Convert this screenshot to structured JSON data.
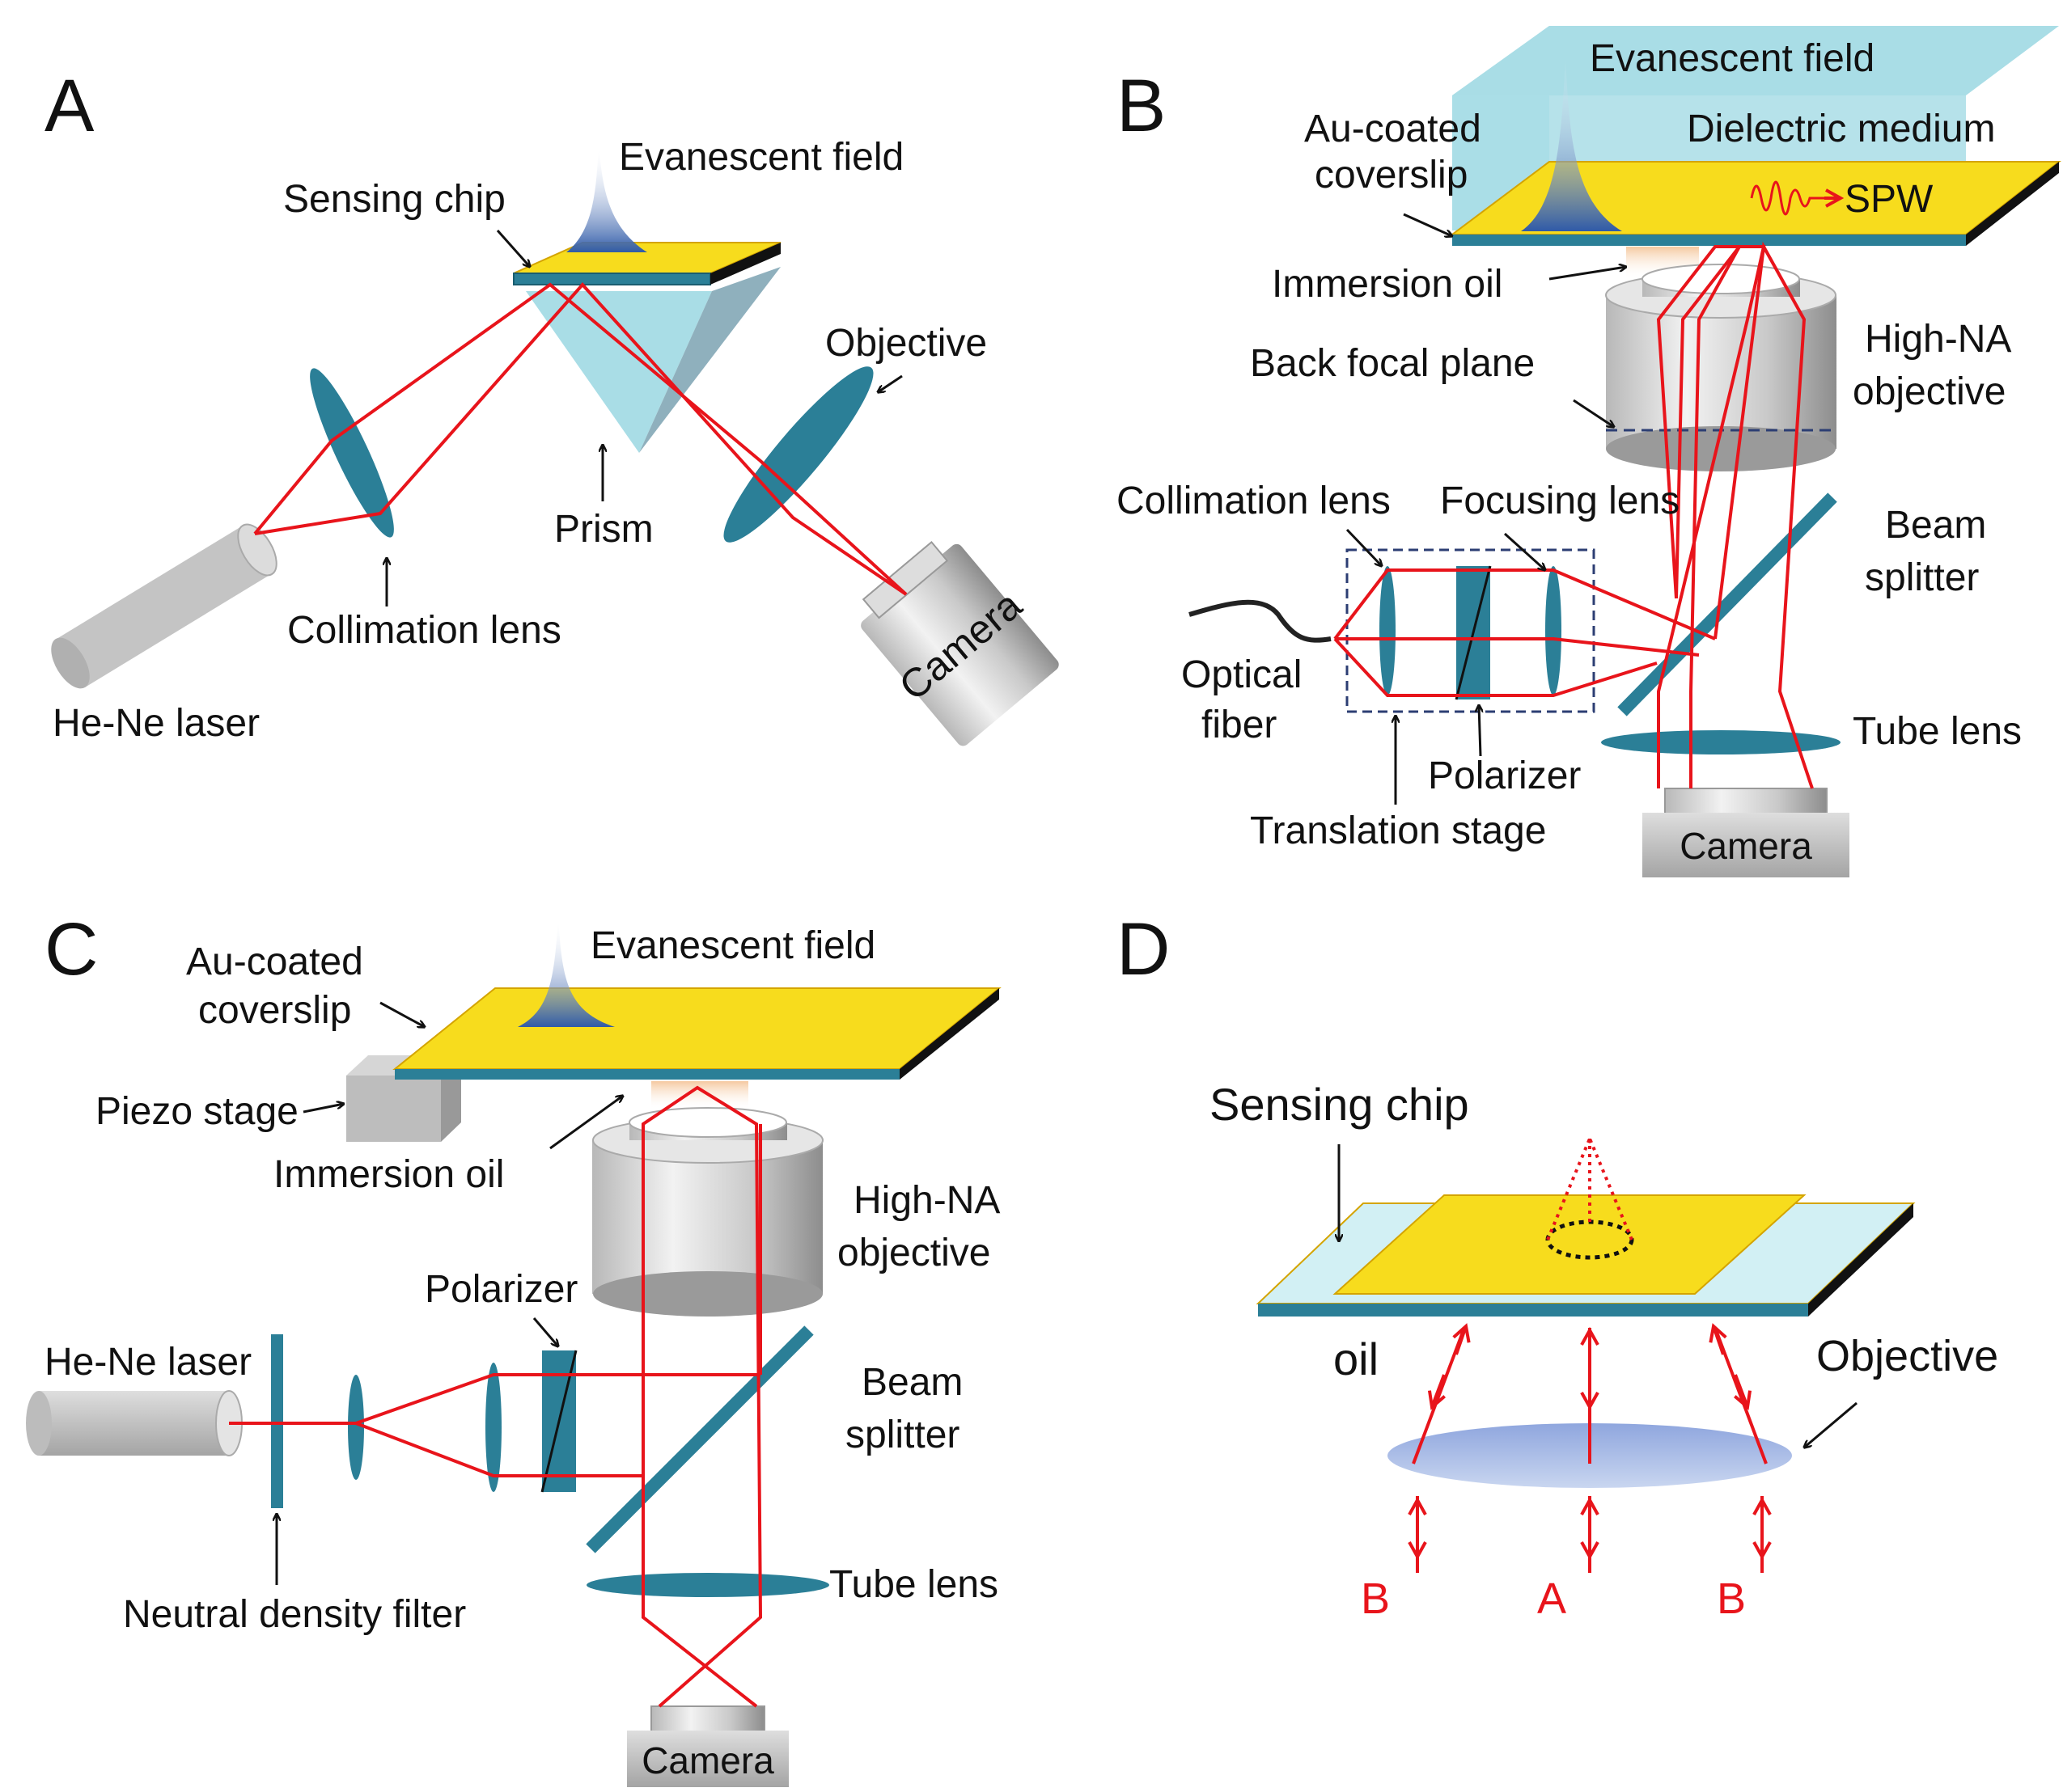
{
  "panels": {
    "A": "A",
    "B": "B",
    "C": "C",
    "D": "D"
  },
  "panel_a": {
    "evanescent_field": "Evanescent field",
    "sensing_chip": "Sensing chip",
    "objective": "Objective",
    "prism": "Prism",
    "collimation_lens": "Collimation lens",
    "he_ne_laser": "He-Ne laser",
    "camera": "Camera"
  },
  "panel_b": {
    "evanescent_field": "Evanescent field",
    "au_coated_1": "Au-coated",
    "au_coated_2": "coverslip",
    "dielectric_medium": "Dielectric medium",
    "spw": "SPW",
    "immersion_oil": "Immersion oil",
    "back_focal_plane": "Back focal plane",
    "high_na_1": "High-NA",
    "high_na_2": "objective",
    "collimation_lens": "Collimation lens",
    "focusing_lens": "Focusing lens",
    "beam_1": "Beam",
    "beam_2": "splitter",
    "optical_1": "Optical",
    "optical_2": "fiber",
    "tube_lens": "Tube lens",
    "polarizer": "Polarizer",
    "translation_stage": "Translation stage",
    "camera": "Camera"
  },
  "panel_c": {
    "au_coated_1": "Au-coated",
    "au_coated_2": "coverslip",
    "evanescent_field": "Evanescent  field",
    "piezo_stage": "Piezo stage",
    "immersion_oil": "Immersion oil",
    "high_na_1": "High-NA",
    "high_na_2": "objective",
    "polarizer": "Polarizer",
    "he_ne_laser": "He-Ne laser",
    "beam_1": "Beam",
    "beam_2": "splitter",
    "tube_lens": "Tube lens",
    "nd_filter": "Neutral density filter",
    "camera": "Camera"
  },
  "panel_d": {
    "sensing_chip": "Sensing chip",
    "oil": "oil",
    "objective": "Objective",
    "label_b_left": "B",
    "label_a": "A",
    "label_b_right": "B"
  },
  "colors": {
    "gold": "#f7dc1d",
    "lens": "#2b7f97",
    "ray": "#e8141b",
    "medium": "#a9dde6"
  }
}
